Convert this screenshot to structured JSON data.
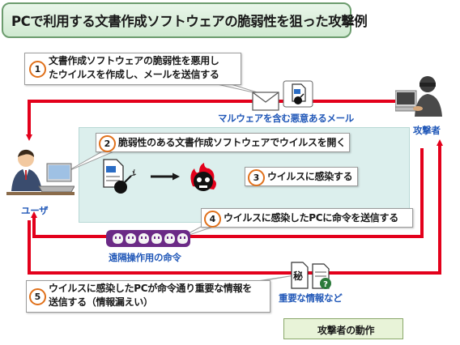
{
  "title": "PCで利用する文書作成ソフトウェアの脆弱性を狙った攻撃例",
  "steps": [
    {
      "num": "1",
      "line1": "文書作成ソフトウェアの脆弱性を悪用し",
      "line2": "たウイルスを作成し、メールを送信する"
    },
    {
      "num": "2",
      "line1": "脆弱性のある文書作成ソフトウェアでウイルスを開く"
    },
    {
      "num": "3",
      "line1": "ウイルスに感染する"
    },
    {
      "num": "4",
      "line1": "ウイルスに感染したPCに命令を送信する"
    },
    {
      "num": "5",
      "line1": "ウイルスに感染したPCが命令通り重要な情報を",
      "line2": "送信する（情報漏えい）"
    }
  ],
  "labels": {
    "user": "ユーザ",
    "attacker": "攻撃者",
    "malware_mail": "マルウェアを含む悪意あるメール",
    "remote_command": "遠隔操作用の命令",
    "important_info": "重要な情報など",
    "secret_stamp": "秘"
  },
  "legend": {
    "label": "攻撃者の動作",
    "color": "#e3001b"
  },
  "icons": [
    "user-at-pc-icon",
    "attacker-at-pc-icon",
    "envelope-icon",
    "malicious-document-icon",
    "virus-icon",
    "document-icon",
    "secret-document-icon",
    "skull-icon"
  ],
  "colors": {
    "attack_arrow": "#e3001b",
    "step_number_ring": "#e0701a",
    "label_blue": "#2158b8",
    "panel": "#dcefed",
    "command_bar": "#6b2a86"
  }
}
